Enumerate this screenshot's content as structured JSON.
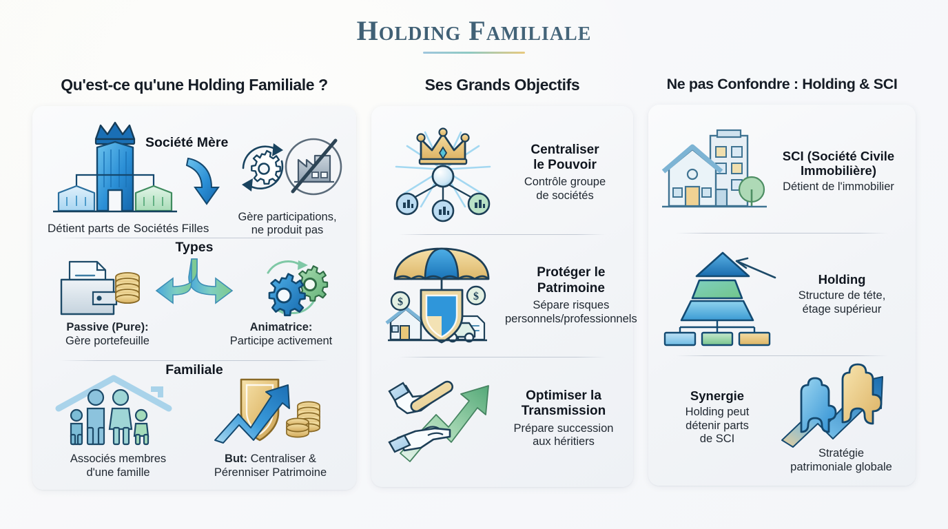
{
  "title": "Holding Familiale",
  "columns": {
    "col1": {
      "heading": "Qu'est-ce qu'une Holding Familiale ?",
      "s1": {
        "label_societe_mere": "Société Mère",
        "caption_left": "Détient parts de Sociétés Filles",
        "caption_right": "Gère participations,\nne produit pas",
        "caption_right_l1": "Gère participations,",
        "caption_right_l2": "ne produit pas"
      },
      "s2": {
        "title": "Types",
        "left_strong": "Passive (Pure):",
        "left_text": "Gère portefeuille",
        "right_strong": "Animatrice:",
        "right_text": "Participe activement"
      },
      "s3": {
        "title": "Familiale",
        "left_l1": "Associés membres",
        "left_l2": "d'une famille",
        "right_strong": "But:",
        "right_l1": " Centraliser &",
        "right_l2": "Pérenniser Patrimoine"
      }
    },
    "col2": {
      "heading": "Ses Grands Objectifs",
      "items": [
        {
          "title_l1": "Centraliser",
          "title_l2": "le Pouvoir",
          "sub_l1": "Contrôle groupe",
          "sub_l2": "de sociétés",
          "icon": "crown-network-icon"
        },
        {
          "title_l1": "Protéger le",
          "title_l2": "Patrimoine",
          "sub_l1": "Sépare risques",
          "sub_l2": "personnels/professionnels",
          "icon": "umbrella-shield-icon"
        },
        {
          "title_l1": "Optimiser la",
          "title_l2": "Transmission",
          "sub_l1": "Prépare succession",
          "sub_l2": "aux héritiers",
          "icon": "hands-baton-icon"
        }
      ]
    },
    "col3": {
      "heading": "Ne pas Confondre : Holding & SCI",
      "items": [
        {
          "title_l1": "SCI (Société Civile",
          "title_l2": "Immobilière)",
          "sub_l1": "Détient de l'immobilier",
          "sub_l2": "",
          "icon": "buildings-tree-icon"
        },
        {
          "title_l1": "Holding",
          "title_l2": "",
          "sub_l1": "Structure de téte,",
          "sub_l2": "étage supérieur",
          "icon": "pyramid-hierarchy-icon"
        }
      ],
      "synergy": {
        "title": "Synergie",
        "sub_l1": "Holding peut",
        "sub_l2": "détenir parts",
        "sub_l3": "de SCI",
        "icon": "puzzle-arrow-icon",
        "caption_l1": "Stratégie",
        "caption_l2": "patrimoniale globale"
      }
    }
  },
  "colors": {
    "title_ink": "#3f5f74",
    "heading_ink": "#161d26",
    "body_ink": "#1f2730",
    "accent_blue": "#2a8fd4",
    "accent_deep_blue": "#1668ad",
    "accent_green": "#7cc68f",
    "accent_gold": "#e5c27a",
    "outline": "#1d3f57",
    "card_bg": "#f2f4f7",
    "divider": "#c2c9d4"
  }
}
